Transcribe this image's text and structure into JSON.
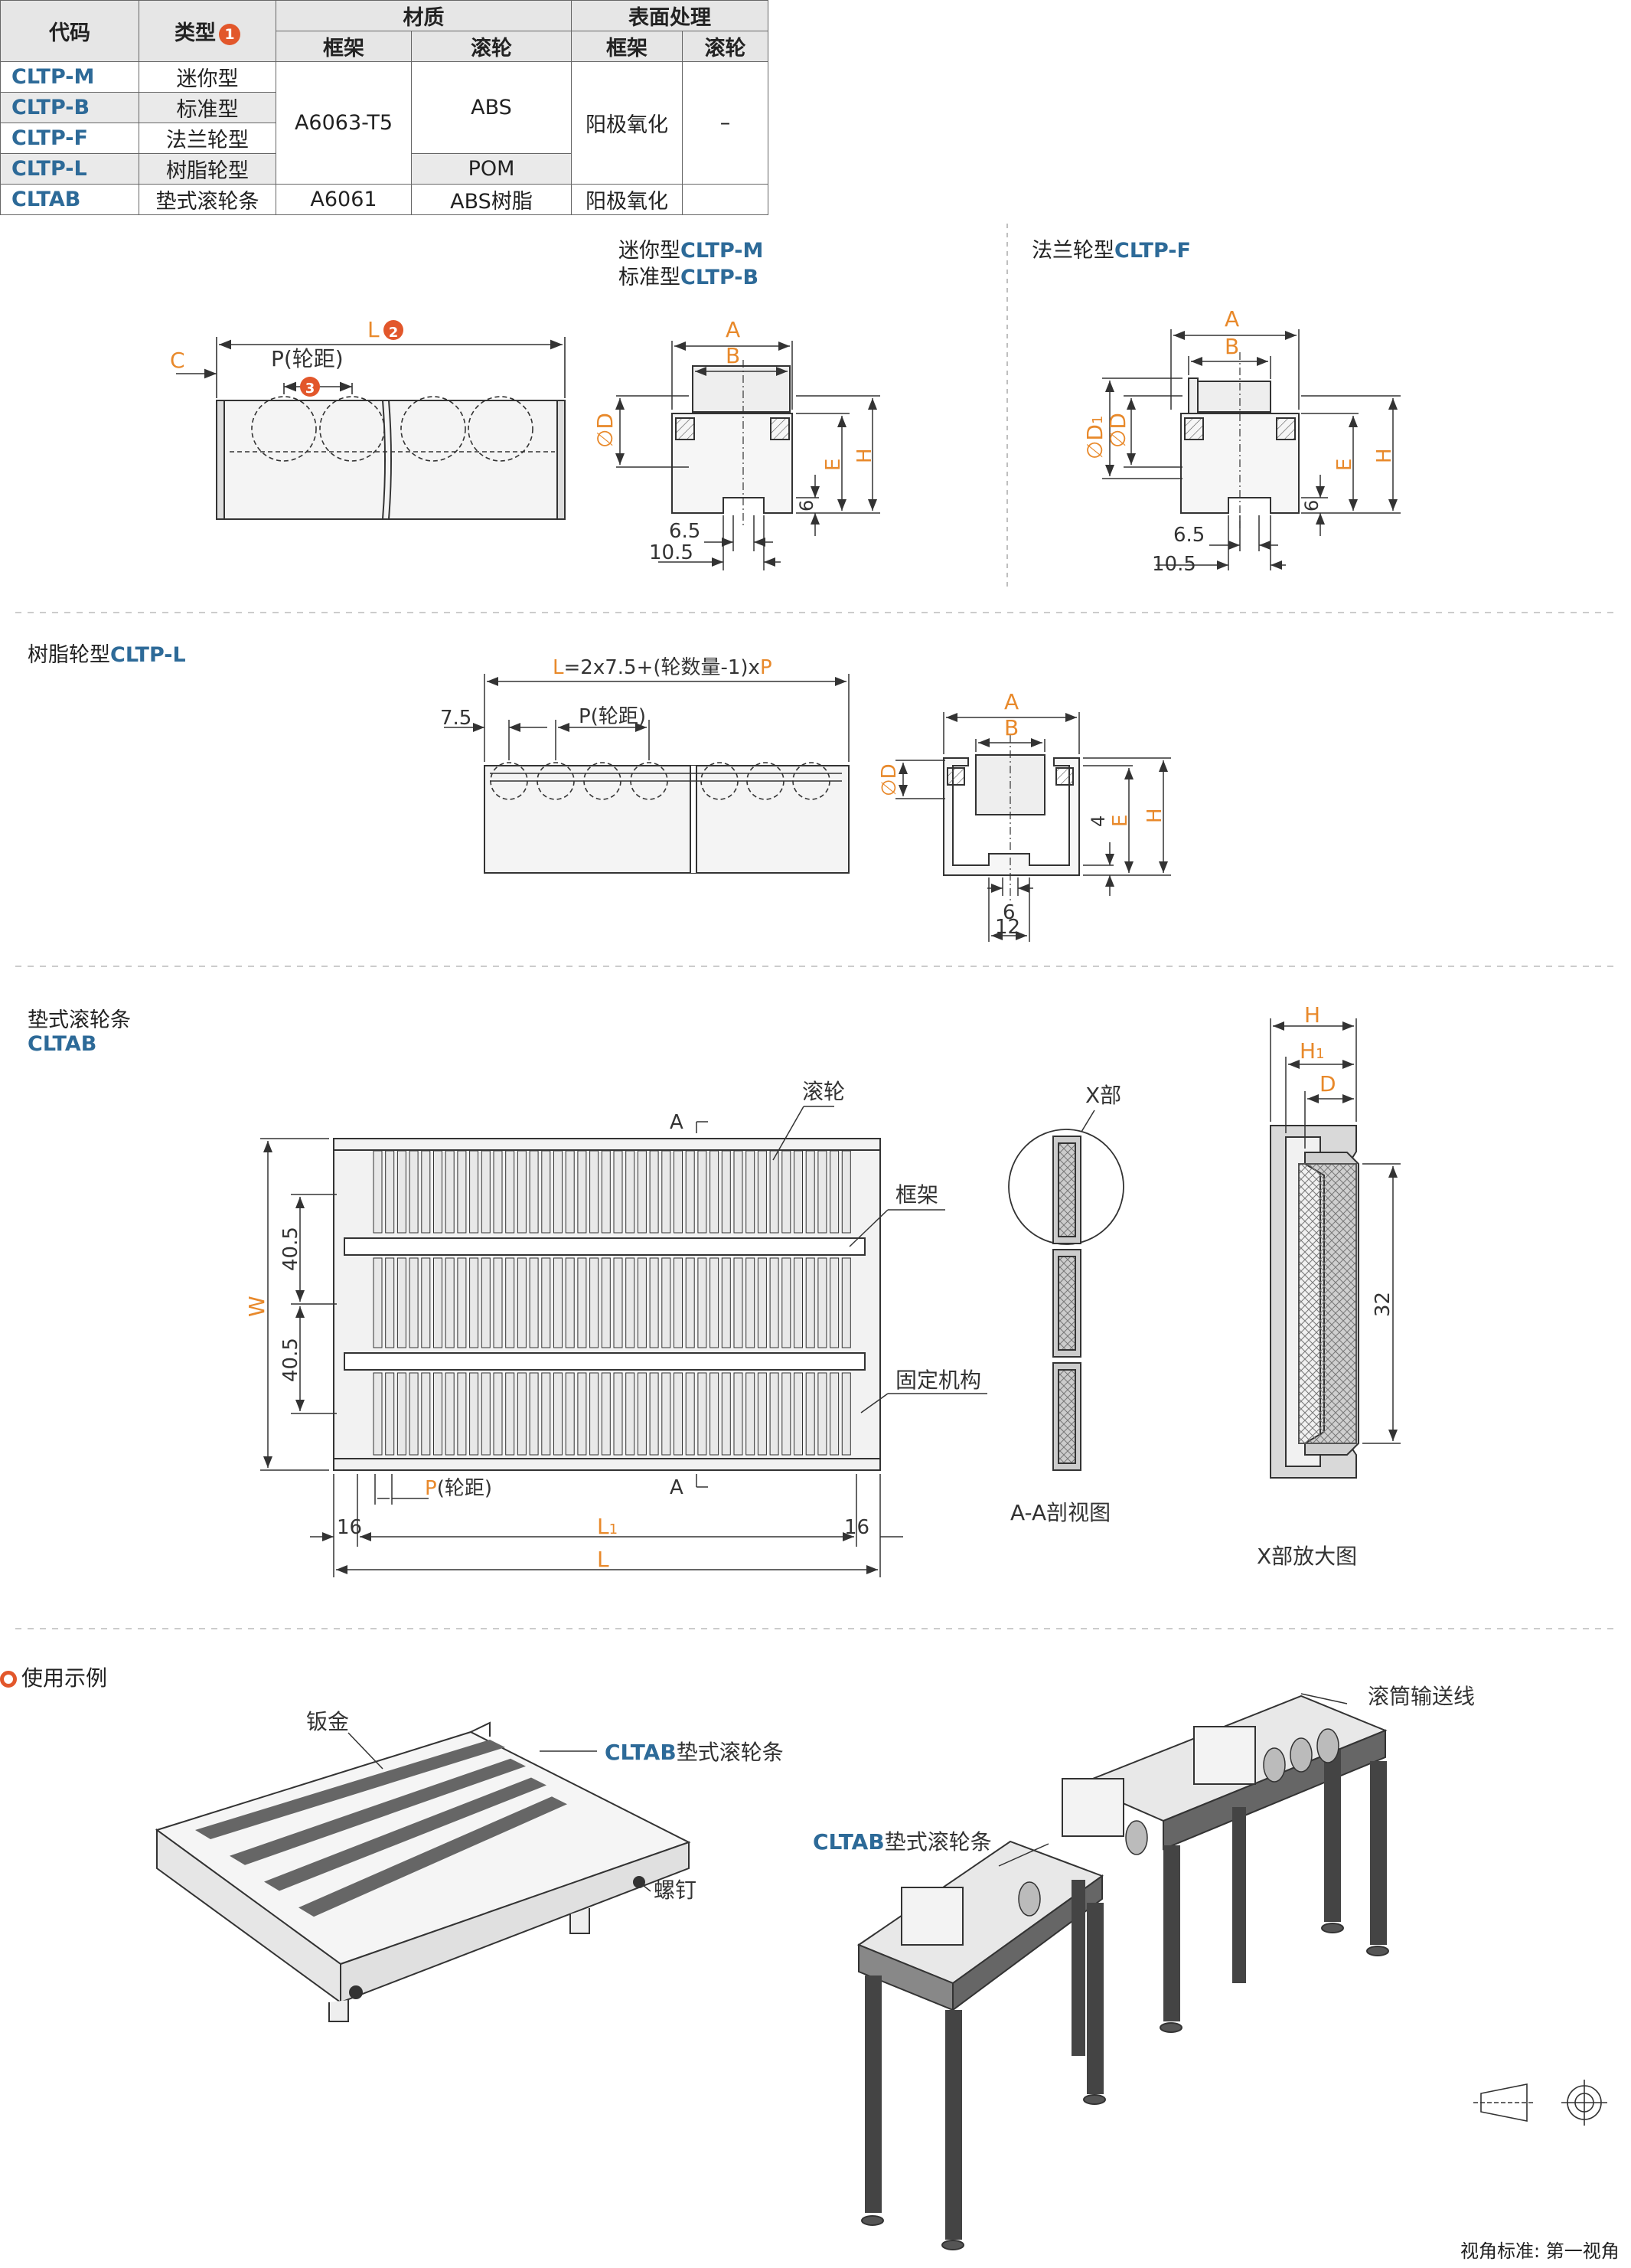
{
  "table": {
    "headers": {
      "code": "代码",
      "type": "类型",
      "type_badge": "1",
      "material": "材质",
      "surface": "表面处理",
      "frame": "框架",
      "roller": "滚轮"
    },
    "rows": [
      {
        "code": "CLTP-M",
        "type": "迷你型"
      },
      {
        "code": "CLTP-B",
        "type": "标准型"
      },
      {
        "code": "CLTP-F",
        "type": "法兰轮型"
      },
      {
        "code": "CLTP-L",
        "type": "树脂轮型"
      },
      {
        "code": "CLTAB",
        "type": "垫式滚轮条"
      }
    ],
    "cells": {
      "frame_material_a": "A6063-T5",
      "roller_abs": "ABS",
      "roller_pom": "POM",
      "surface_frame_a": "阳极氧化",
      "surface_roller": "–",
      "frame_material_b": "A6061",
      "roller_abs_resin": "ABS树脂",
      "surface_frame_b": "阳极氧化"
    }
  },
  "sections": {
    "mini_label": "迷你型",
    "mini_code": "CLTP-M",
    "std_label": "标准型",
    "std_code": "CLTP-B",
    "flange_label": "法兰轮型",
    "flange_code": "CLTP-F",
    "resin_label": "树脂轮型",
    "resin_code": "CLTP-L",
    "mat_label": "垫式滚轮条",
    "mat_code": "CLTAB"
  },
  "dims": {
    "L": "L",
    "badge2": "2",
    "C": "C",
    "P_pitch": "P(轮距)",
    "badge3": "3",
    "A": "A",
    "B": "B",
    "D": "D",
    "D1": "D",
    "D1_sub": "1",
    "E": "E",
    "H": "H",
    "six": "6",
    "six_five": "6.5",
    "ten_five": "10.5",
    "resin_L_formula_L": "L",
    "resin_L_formula_mid": "=2x7.5+(轮数量-1)x",
    "resin_L_formula_P": "P",
    "seven_five": "7.5",
    "four": "4",
    "twelve": "12",
    "W": "W",
    "forty_five_a": "40.5",
    "forty_five_b": "40.5",
    "sixteen_a": "16",
    "sixteen_b": "16",
    "L1": "L",
    "L1_sub": "1",
    "H1": "H",
    "H1_sub": "1",
    "thirty_two": "32",
    "A_mark": "A"
  },
  "callouts": {
    "roller": "滚轮",
    "frame": "框架",
    "fixing": "固定机构",
    "x_part": "X部",
    "aa_view": "A-A剖视图",
    "x_zoom": "X部放大图"
  },
  "example": {
    "title": "使用示例",
    "sheet_metal": "钣金",
    "cltab_code": "CLTAB",
    "cltab_text": "垫式滚轮条",
    "screw": "螺钉",
    "conveyor": "滚筒输送线"
  },
  "footer": {
    "view_standard": "视角标准: 第一视角"
  }
}
